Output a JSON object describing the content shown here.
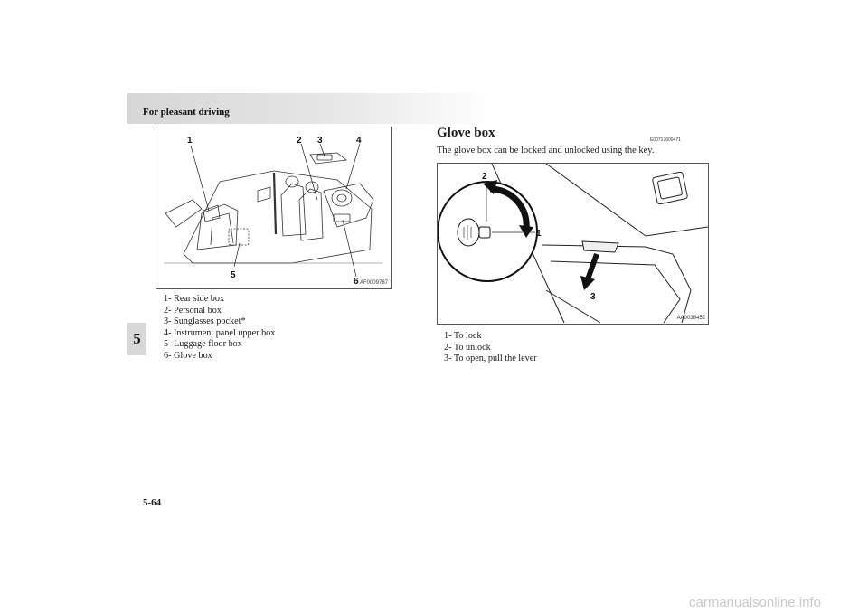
{
  "header": {
    "title": "For pleasant driving"
  },
  "chapter_tab": "5",
  "left_figure": {
    "code": "AF0009787",
    "callouts": [
      "1",
      "2",
      "3",
      "4",
      "5",
      "6"
    ],
    "captions": [
      "1-  Rear side box",
      "2-  Personal box",
      "3-  Sunglasses pocket*",
      "4-  Instrument panel upper box",
      "5-  Luggage floor box",
      "6-  Glove box"
    ]
  },
  "section": {
    "title": "Glove box",
    "code": "E00717600471",
    "body": "The glove box can be locked and unlocked using the key."
  },
  "right_figure": {
    "code": "AA0038452",
    "callouts": [
      "2",
      "1",
      "3"
    ],
    "captions": [
      "1-  To lock",
      "2-  To unlock",
      "3-  To open, pull the lever"
    ]
  },
  "footer": {
    "page_number": "5-64"
  },
  "watermark": "carmanualsonline.info"
}
